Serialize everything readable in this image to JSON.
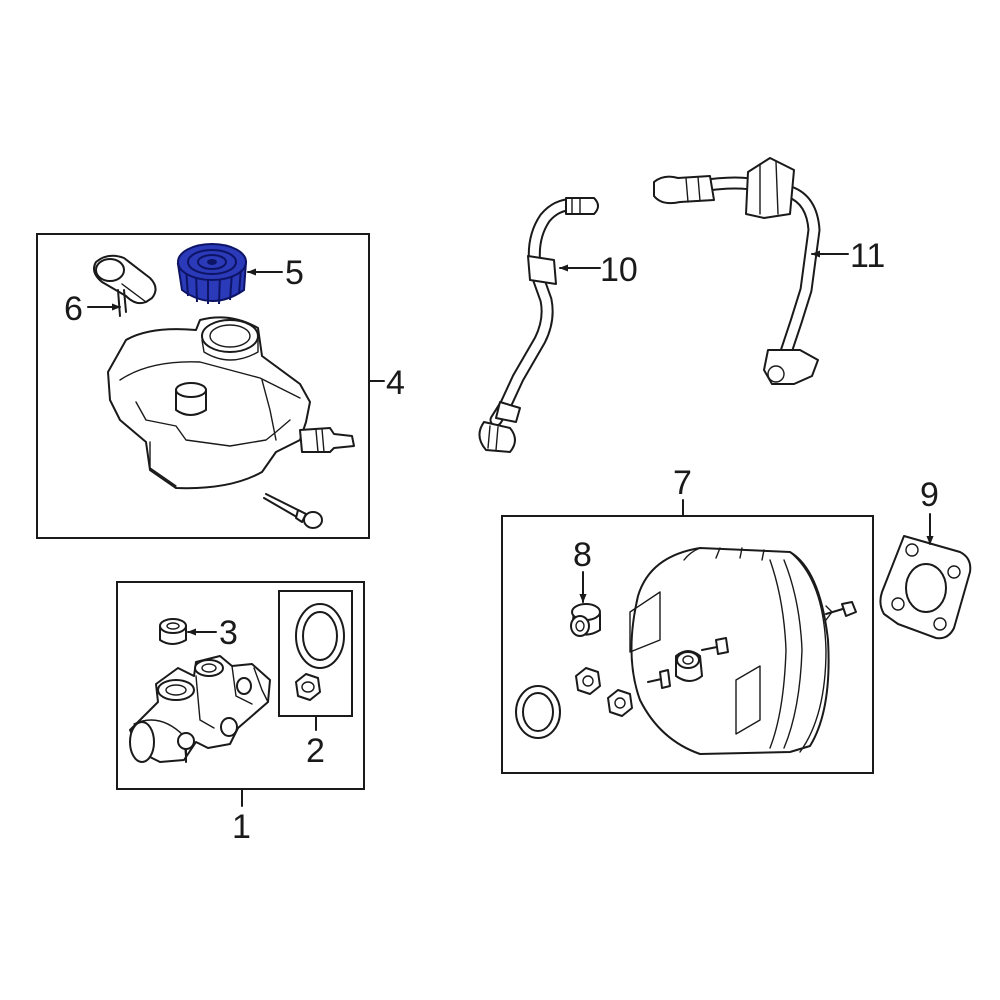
{
  "callouts": {
    "c1": "1",
    "c2": "2",
    "c3": "3",
    "c4": "4",
    "c5": "5",
    "c6": "6",
    "c7": "7",
    "c8": "8",
    "c9": "9",
    "c10": "10",
    "c11": "11"
  },
  "colors": {
    "highlight": "#2a3ab8",
    "highlight_dark": "#0d1466",
    "line": "#1a1a1a"
  },
  "highlighted_part": "5"
}
